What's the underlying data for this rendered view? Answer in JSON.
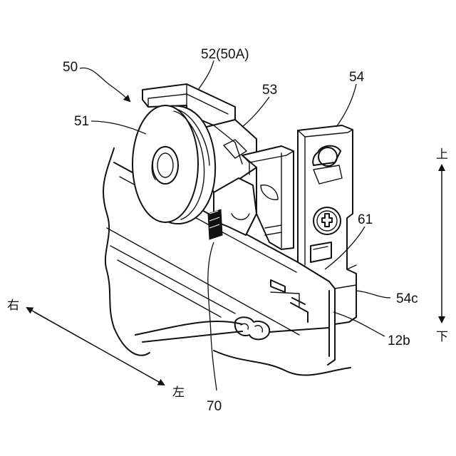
{
  "labels": {
    "l50": "50",
    "l51": "51",
    "l52": "52(50A)",
    "l53": "53",
    "l54": "54",
    "l61": "61",
    "l54c": "54c",
    "l12b": "12b",
    "l70": "70"
  },
  "directions": {
    "up": "上",
    "down": "下",
    "right": "右",
    "left": "左"
  },
  "colors": {
    "line": "#111111",
    "background": "#ffffff"
  }
}
